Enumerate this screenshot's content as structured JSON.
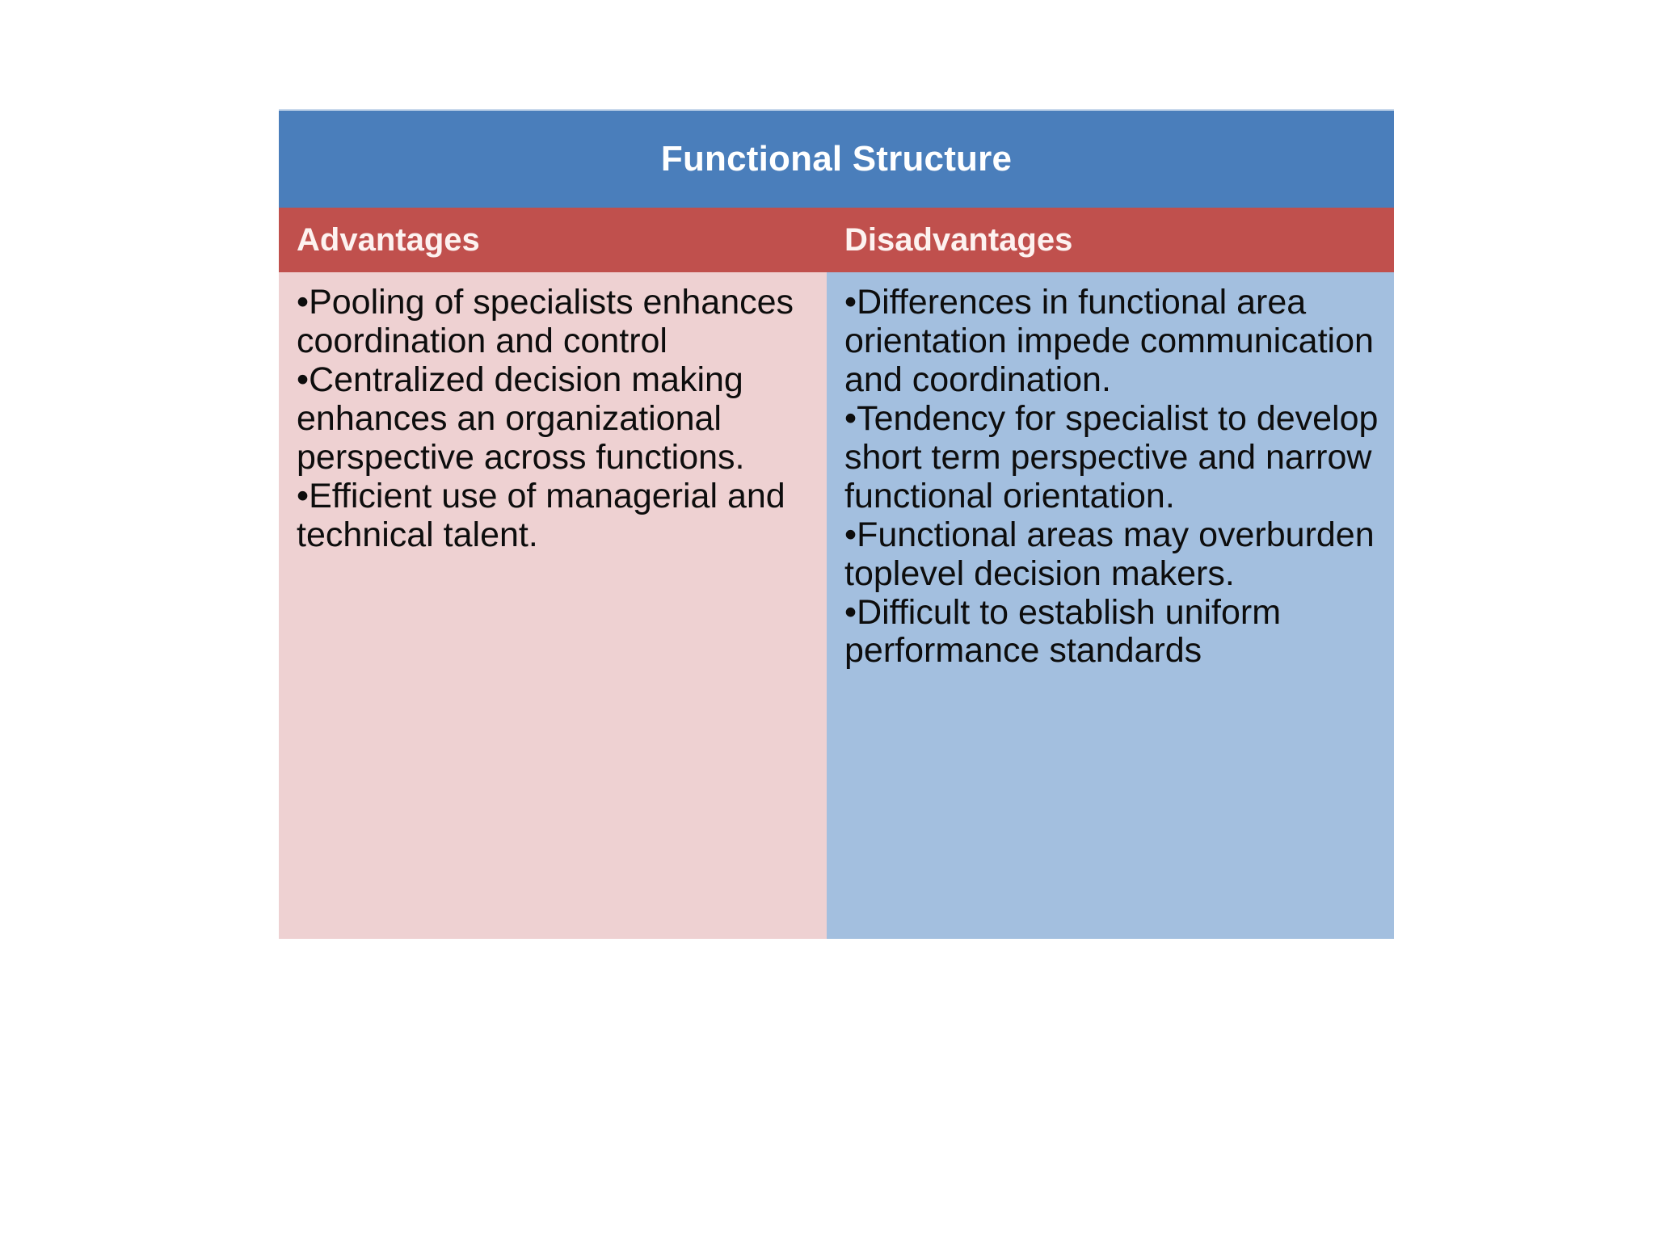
{
  "slide": {
    "background_color": "#ffffff"
  },
  "table": {
    "title": "Functional Structure",
    "colors": {
      "title_band": "#4a7ebb",
      "header_band": "#c0504d",
      "left_body": "#eed1d2",
      "right_body": "#a3bfdf",
      "title_text": "#ffffff",
      "header_text": "#fdf2f0",
      "body_text": "#0d0d0d"
    },
    "columns": [
      {
        "header": "Advantages",
        "bullet_char": "•",
        "items": [
          "Pooling of specialists enhances coordination and control",
          "Centralized decision making enhances an organizational perspective across functions.",
          "Efficient use of managerial and technical talent."
        ]
      },
      {
        "header": "Disadvantages",
        "bullet_char": "•",
        "items": [
          "Differences in functional area orientation impede communication and coordination.",
          "Tendency for specialist to develop short term perspective and narrow functional orientation.",
          "Functional areas may overburden toplevel decision makers.",
          "Difficult to establish uniform performance standards"
        ]
      }
    ]
  }
}
